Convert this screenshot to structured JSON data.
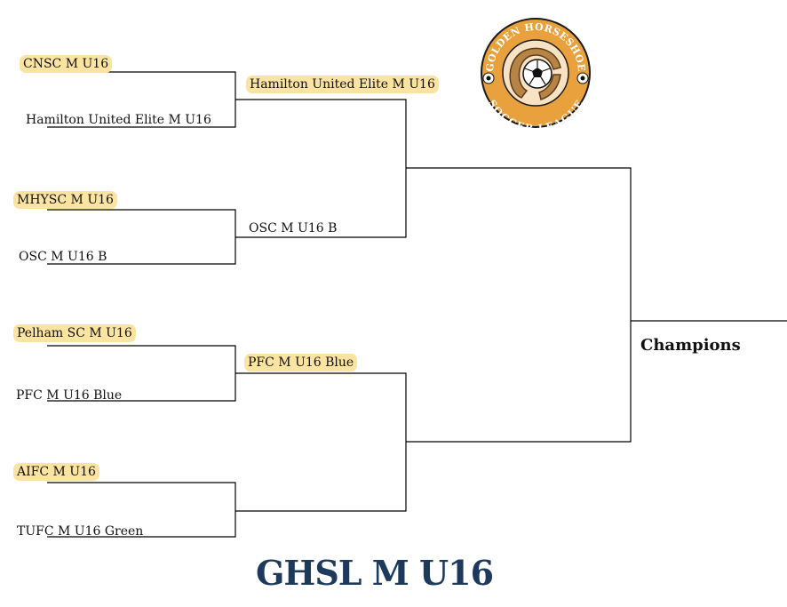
{
  "bracket": {
    "round1": [
      {
        "team": "CNSC M U16",
        "winner": true
      },
      {
        "team": "Hamilton United Elite M U16",
        "winner": false
      },
      {
        "team": "MHYSC M U16",
        "winner": true
      },
      {
        "team": "OSC M U16 B",
        "winner": false
      },
      {
        "team": "Pelham SC M U16",
        "winner": true
      },
      {
        "team": "PFC M U16 Blue",
        "winner": false
      },
      {
        "team": "AIFC M U16",
        "winner": true
      },
      {
        "team": "TUFC M U16 Green",
        "winner": false
      }
    ],
    "round2": [
      {
        "team": "Hamilton United Elite M U16",
        "winner": true
      },
      {
        "team": "OSC M U16 B",
        "winner": false
      },
      {
        "team": "PFC M U16 Blue",
        "winner": true
      },
      {
        "team": "",
        "winner": false
      }
    ],
    "champions_label": "Champions"
  },
  "title": "GHSL M U16",
  "logo": {
    "top_text": "GOLDEN HORSESHOE",
    "bottom_text": "SOCCER LEAGUE",
    "colors": {
      "ring": "#e8a13c",
      "inner": "#f7e2c4",
      "horseshoe": "#b88445",
      "text": "#ffffff"
    }
  },
  "colors": {
    "highlight": "#fbe3a1",
    "title": "#1d3a5c",
    "line": "#000000"
  }
}
